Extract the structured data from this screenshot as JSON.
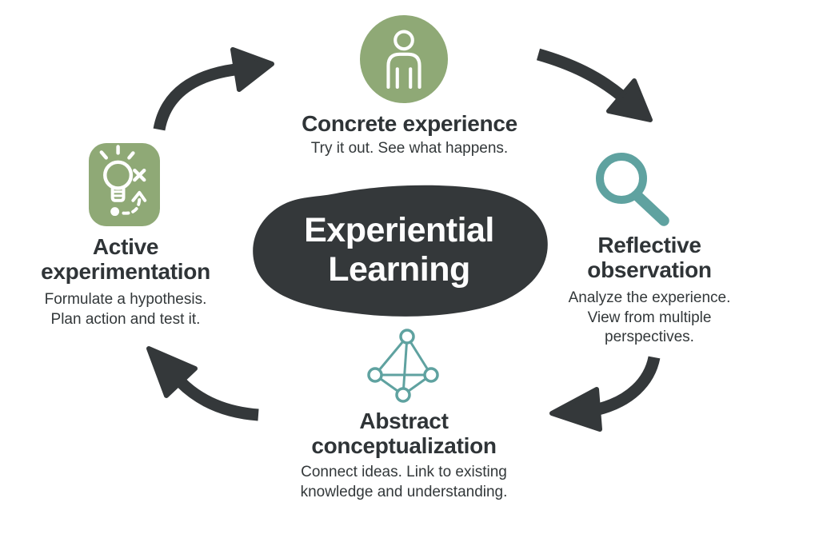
{
  "diagram": {
    "center": {
      "title": "Experiential Learning"
    },
    "stages": [
      {
        "id": "concrete-experience",
        "name": "Concrete experience",
        "description": "Try it out. See what happens.",
        "icon": "person-icon"
      },
      {
        "id": "reflective-observation",
        "name": "Reflective observation",
        "description": "Analyze the experience. View from multiple perspectives.",
        "icon": "magnifying-glass-icon"
      },
      {
        "id": "abstract-conceptualization",
        "name": "Abstract conceptualization",
        "description": "Connect ideas. Link to existing knowledge and understanding.",
        "icon": "network-nodes-icon"
      },
      {
        "id": "active-experimentation",
        "name": "Active experimentation",
        "description": "Formulate a hypothesis. Plan action and test it.",
        "icon": "lightbulb-strategy-icon"
      }
    ],
    "colors": {
      "accent_green": "#8fa976",
      "accent_teal": "#5fa2a0",
      "dark": "#34383a",
      "text": "#2f3437",
      "background": "#ffffff"
    }
  }
}
